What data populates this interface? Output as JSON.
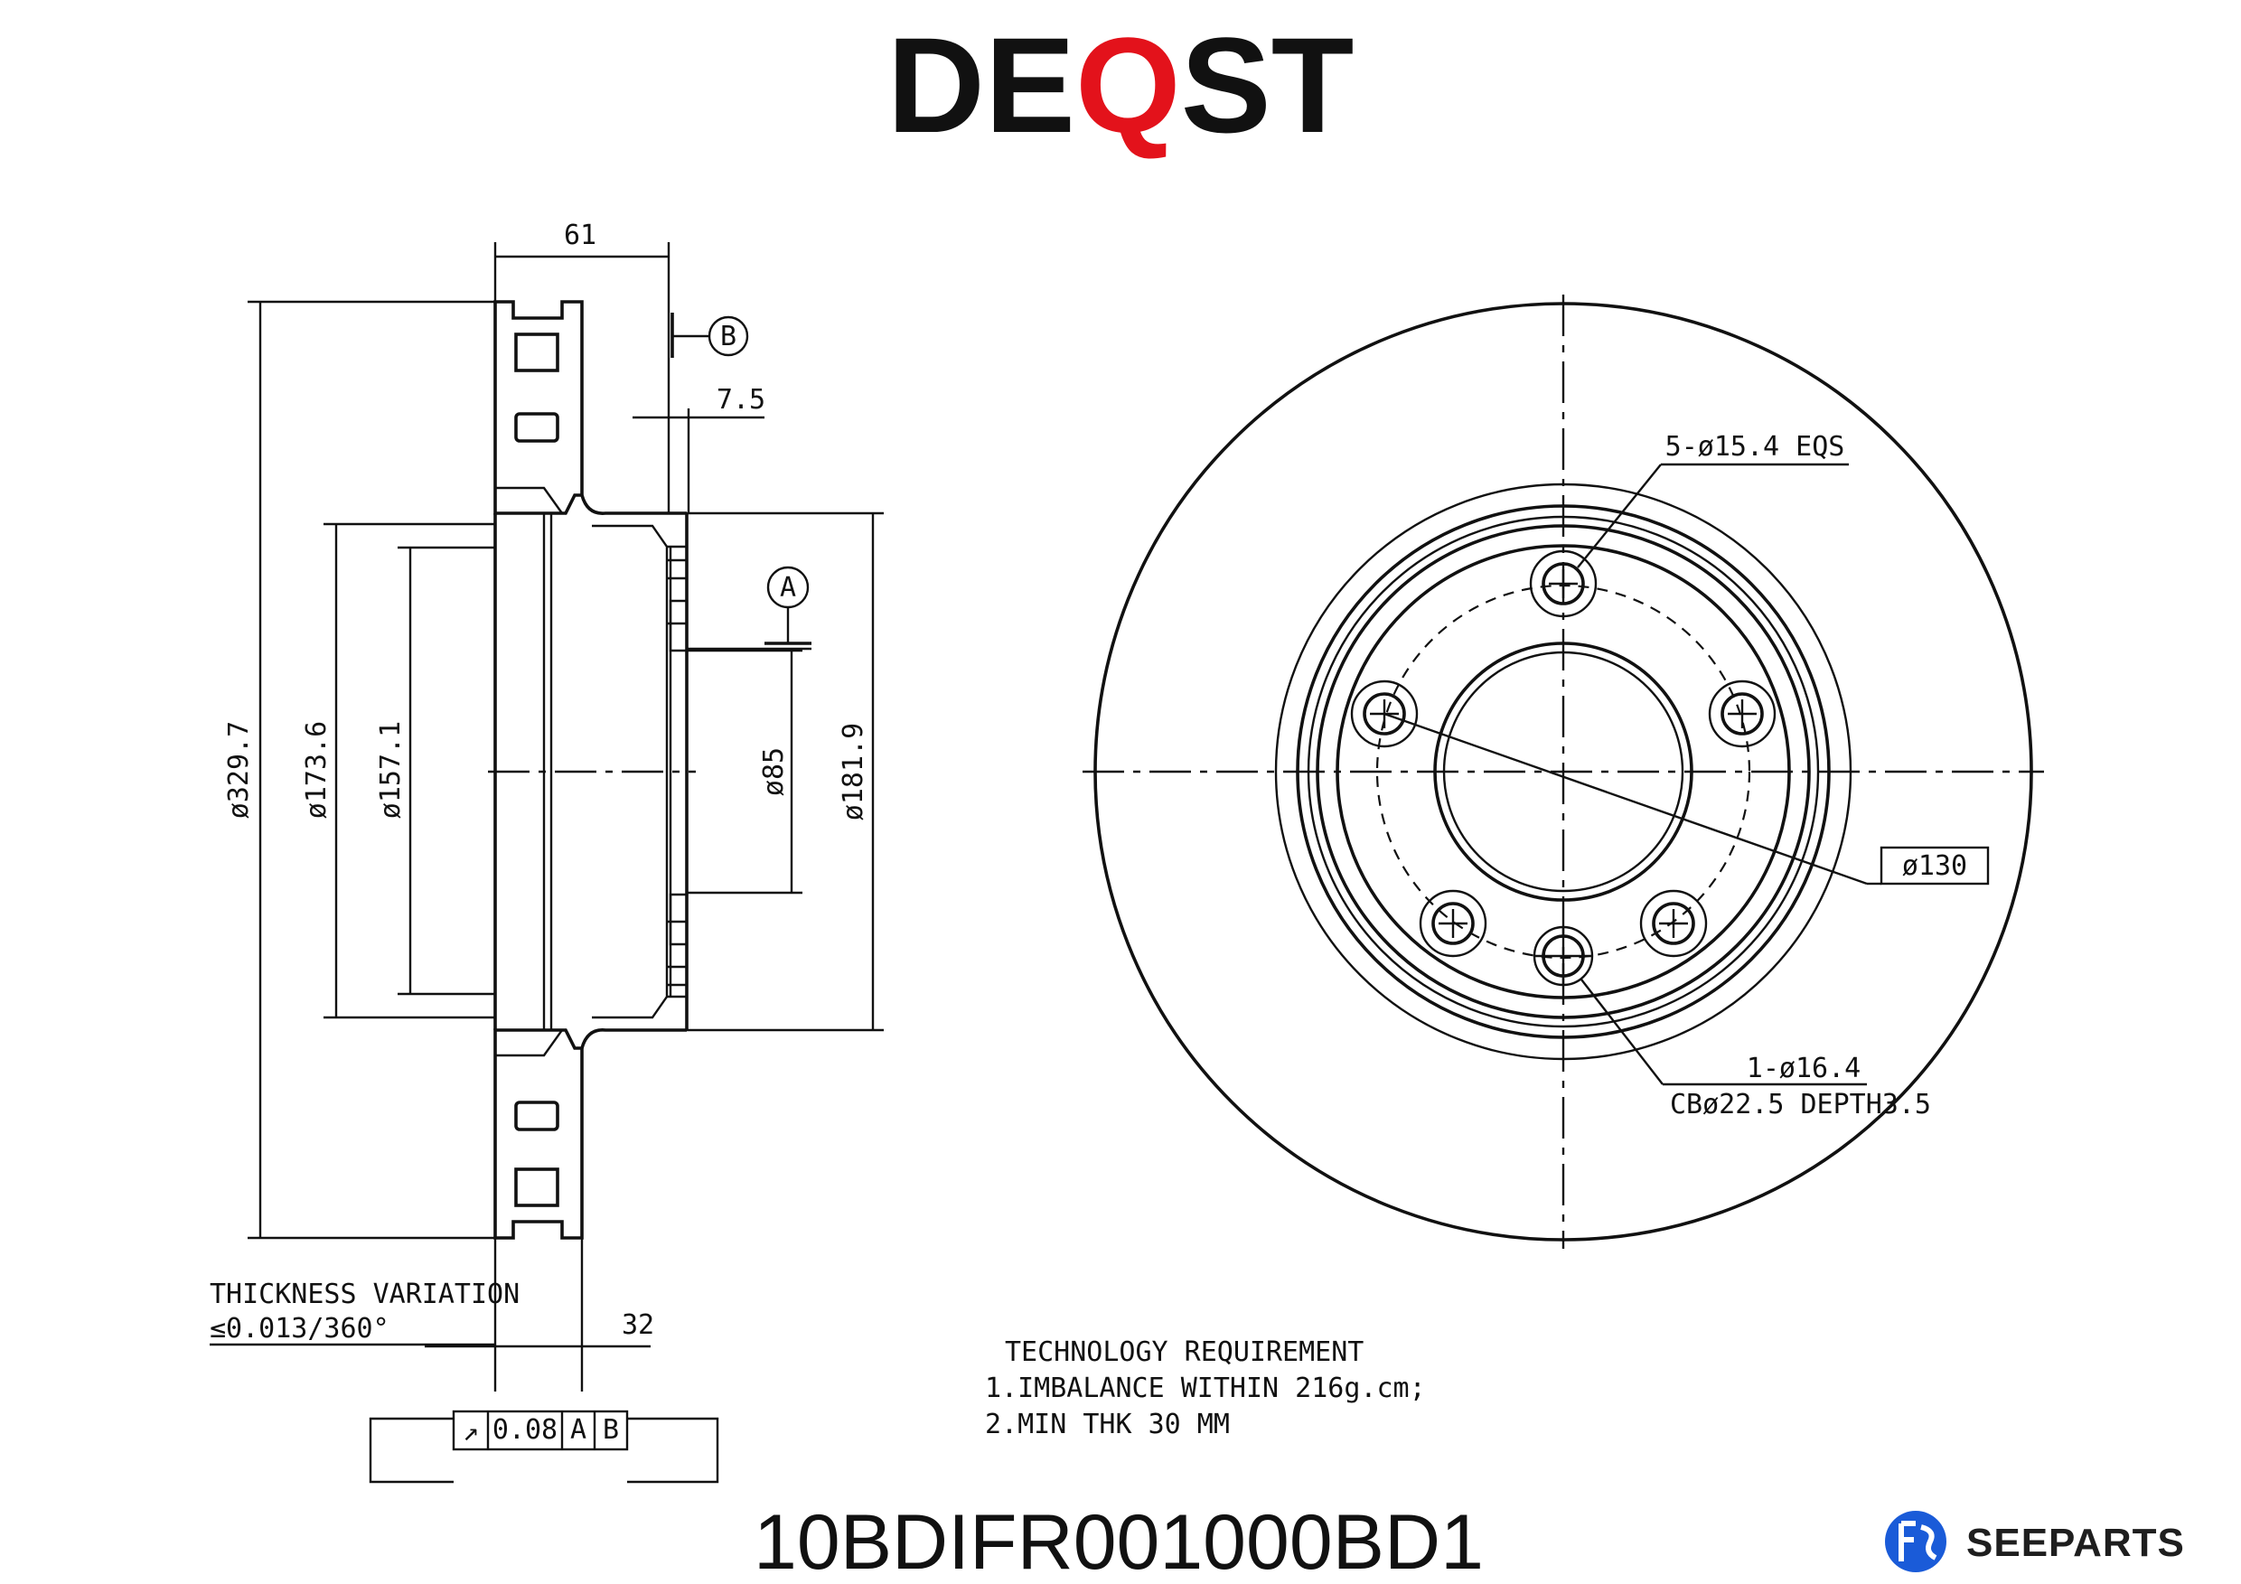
{
  "brand": {
    "prefix": "DE",
    "accent_letter": "Q",
    "suffix": "ST",
    "accent_color": "#e3121b"
  },
  "dimensions": {
    "width_total": "61",
    "offset": "7.5",
    "dia_outer": "ø329.7",
    "dia_173": "ø173.6",
    "dia_157": "ø157.1",
    "dia_85": "ø85",
    "dia_181": "ø181.9",
    "thickness": "32",
    "bolt_holes": "5-ø15.4 EQS",
    "pcd": "ø130",
    "pin_hole_1": "1-ø16.4",
    "pin_hole_2": "CBø22.5 DEPTH3.5"
  },
  "datums": {
    "a": "A",
    "b": "B"
  },
  "thickness_variation": {
    "title": "THICKNESS VARIATION",
    "value": "≤0.013/360°"
  },
  "tolerance_frame": {
    "symbol": "↗",
    "value": "0.08",
    "datum_1": "A",
    "datum_2": "B"
  },
  "requirements": {
    "title": "TECHNOLOGY REQUIREMENT",
    "line_1": "1.IMBALANCE WITHIN 216g.cm;",
    "line_2": "2.MIN THK 30 MM"
  },
  "part_number": "10BDIFR001000BD1",
  "seeparts": {
    "name": "SEEPARTS",
    "icon_color": "#1a5bd8"
  }
}
